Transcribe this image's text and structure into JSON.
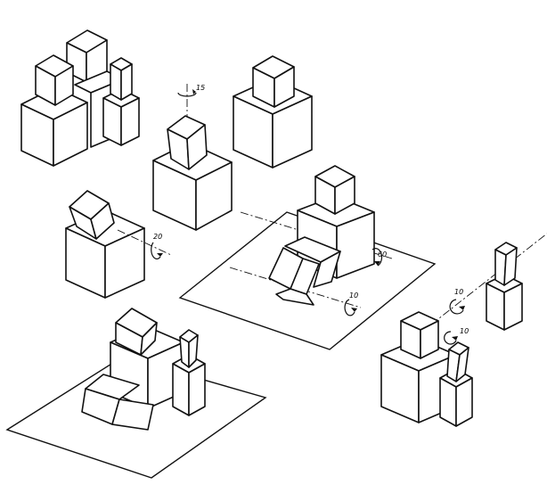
{
  "figure": {
    "rotation_labels": {
      "r1": "15",
      "r2": "20",
      "r3": "60",
      "r4": "10",
      "r5": "10",
      "r6": "10"
    }
  }
}
